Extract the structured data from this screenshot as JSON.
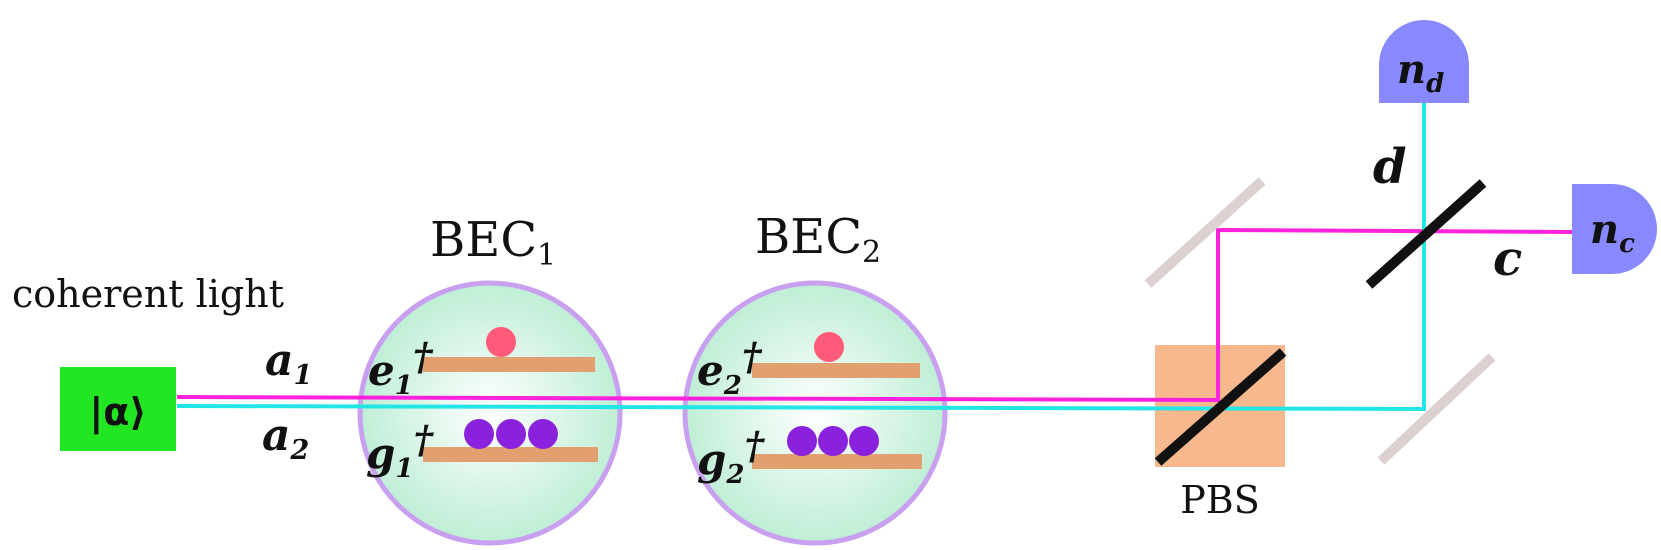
{
  "labels": {
    "source_title": "coherent light",
    "source_state": "|α⟩",
    "mode_a1": "a",
    "mode_a1_sub": "1",
    "mode_a2": "a",
    "mode_a2_sub": "2",
    "bec1_title": "BEC",
    "bec1_sub": "1",
    "bec2_title": "BEC",
    "bec2_sub": "2",
    "bec1_excited": "e",
    "bec1_excited_sub": "1",
    "bec1_ground": "g",
    "bec1_ground_sub": "1",
    "bec2_excited": "e",
    "bec2_excited_sub": "2",
    "bec2_ground": "g",
    "bec2_ground_sub": "2",
    "dagger": "†",
    "pbs": "PBS",
    "mode_c": "c",
    "mode_d": "d",
    "detector_d": "n",
    "detector_d_sub": "d",
    "detector_c": "n",
    "detector_c_sub": "c"
  },
  "colors": {
    "source_box": "#22e622",
    "beam_magenta": "#ff22dd",
    "beam_cyan": "#22e6e6",
    "bec_border": "#c9a0f0",
    "bec_fill_inner": "#ffffff",
    "bec_fill_outer": "#bfeed6",
    "level_bar": "#e2a070",
    "excited_atom": "#ff5a78",
    "ground_atom": "#8a22dd",
    "pbs_box": "#f8b88e",
    "mirror": "#dcd0d0",
    "detector": "#8888ff"
  },
  "atoms": {
    "bec1_excited_count": 1,
    "bec1_ground_count": 3,
    "bec2_excited_count": 1,
    "bec2_ground_count": 3
  }
}
